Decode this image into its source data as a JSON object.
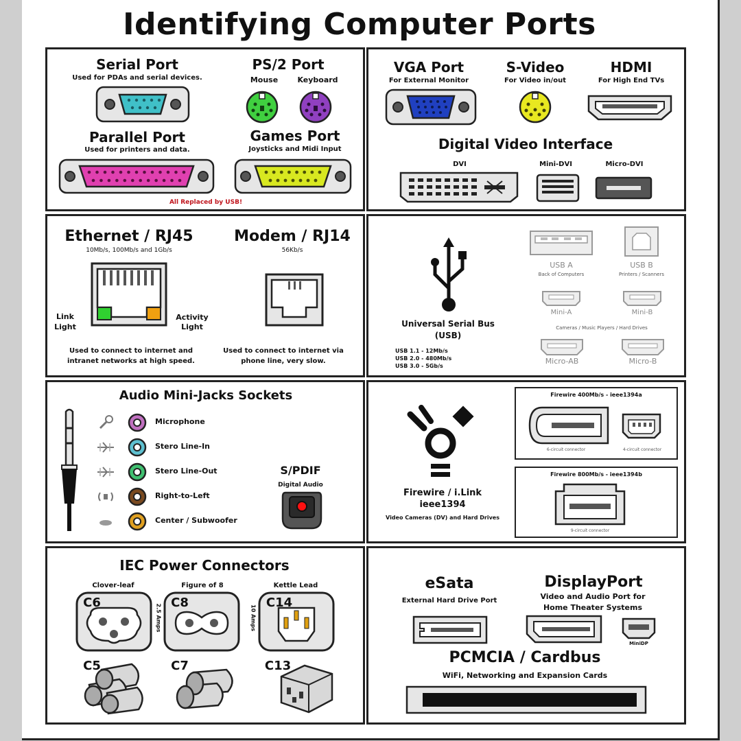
{
  "title": "Identifying Computer Ports",
  "legacy": {
    "serial": {
      "title": "Serial Port",
      "desc": "Used for PDAs and serial devices."
    },
    "ps2": {
      "title": "PS/2 Port",
      "mouse": "Mouse",
      "keyboard": "Keyboard"
    },
    "parallel": {
      "title": "Parallel Port",
      "desc": "Used for printers and data."
    },
    "games": {
      "title": "Games Port",
      "desc": "Joysticks and Midi Input"
    },
    "note": "All Replaced by USB!"
  },
  "video": {
    "vga": {
      "title": "VGA Port",
      "desc": "For External Monitor"
    },
    "svideo": {
      "title": "S-Video",
      "desc": "For Video in/out"
    },
    "hdmi": {
      "title": "HDMI",
      "desc": "For High End TVs"
    },
    "dvi_title": "Digital Video Interface",
    "dvi": "DVI",
    "mini_dvi": "Mini-DVI",
    "micro_dvi": "Micro-DVI"
  },
  "network": {
    "ethernet": {
      "title": "Ethernet / RJ45",
      "speed": "10Mb/s, 100Mb/s and 1Gb/s",
      "link_light": "Link\nLight",
      "activity_light": "Activity\nLight",
      "desc": "Used to connect to internet and\nintranet networks at high speed."
    },
    "modem": {
      "title": "Modem / RJ14",
      "speed": "56Kb/s",
      "desc": "Used to connect to internet via\nphone line, very slow."
    }
  },
  "usb": {
    "title": "Universal Serial Bus\n(USB)",
    "speeds": "USB 1.1 - 12Mb/s\nUSB 2.0 - 480Mb/s\nUSB 3.0 - 5Gb/s",
    "usb_a": "USB A",
    "usb_a_sub": "Back of Computers",
    "usb_b": "USB B",
    "usb_b_sub": "Printers / Scanners",
    "mini_a": "Mini-A",
    "mini_b": "Mini-B",
    "mini_sub": "Cameras / Music Players / Hard Drives",
    "micro_ab": "Micro-AB",
    "micro_b": "Micro-B"
  },
  "audio": {
    "title": "Audio Mini-Jacks Sockets",
    "jacks": [
      {
        "label": "Microphone",
        "color": "#c070c0"
      },
      {
        "label": "Stero Line-In",
        "color": "#5ec0d0"
      },
      {
        "label": "Stero Line-Out",
        "color": "#40c070"
      },
      {
        "label": "Right-to-Left",
        "color": "#7a4a20"
      },
      {
        "label": "Center / Subwoofer",
        "color": "#e0a020"
      }
    ],
    "spdif": {
      "title": "S/PDIF",
      "desc": "Digital Audio"
    }
  },
  "firewire": {
    "title": "Firewire / i.Link\nieee1394",
    "desc": "Video Cameras (DV) and Hard Drives",
    "fw400": {
      "title": "Firewire 400Mb/s - ieee1394a",
      "six": "6-circuit connector",
      "four": "4-circuit connector"
    },
    "fw800": {
      "title": "Firewire 800Mb/s - ieee1394b",
      "nine": "9-circuit connector"
    }
  },
  "power": {
    "title": "IEC Power Connectors",
    "c6": {
      "name": "C6",
      "caption": "Clover-leaf",
      "plug": "C5"
    },
    "c8": {
      "name": "C8",
      "caption": "Figure of 8",
      "plug": "C7"
    },
    "c14": {
      "name": "C14",
      "caption": "Kettle Lead",
      "plug": "C13"
    },
    "amps_25": "2.5 Amps",
    "amps_10": "10 Amps"
  },
  "misc": {
    "esata": {
      "title": "eSata",
      "desc": "External Hard Drive Port"
    },
    "displayport": {
      "title": "DisplayPort",
      "desc": "Video and Audio Port for\nHome Theater Systems",
      "mini": "MiniDP"
    },
    "pcmcia": {
      "title": "PCMCIA / Cardbus",
      "desc": "WiFi, Networking and Expansion Cards"
    }
  },
  "colors": {
    "serial": "#40c0c8",
    "ps2_mouse": "#40d040",
    "ps2_keyboard": "#9040c0",
    "parallel": "#e040b0",
    "games": "#d8e820",
    "vga": "#2040c0",
    "svideo": "#e8e820",
    "light_green": "#30d030",
    "light_orange": "#f0a010",
    "spdif_red": "#ff1010"
  }
}
